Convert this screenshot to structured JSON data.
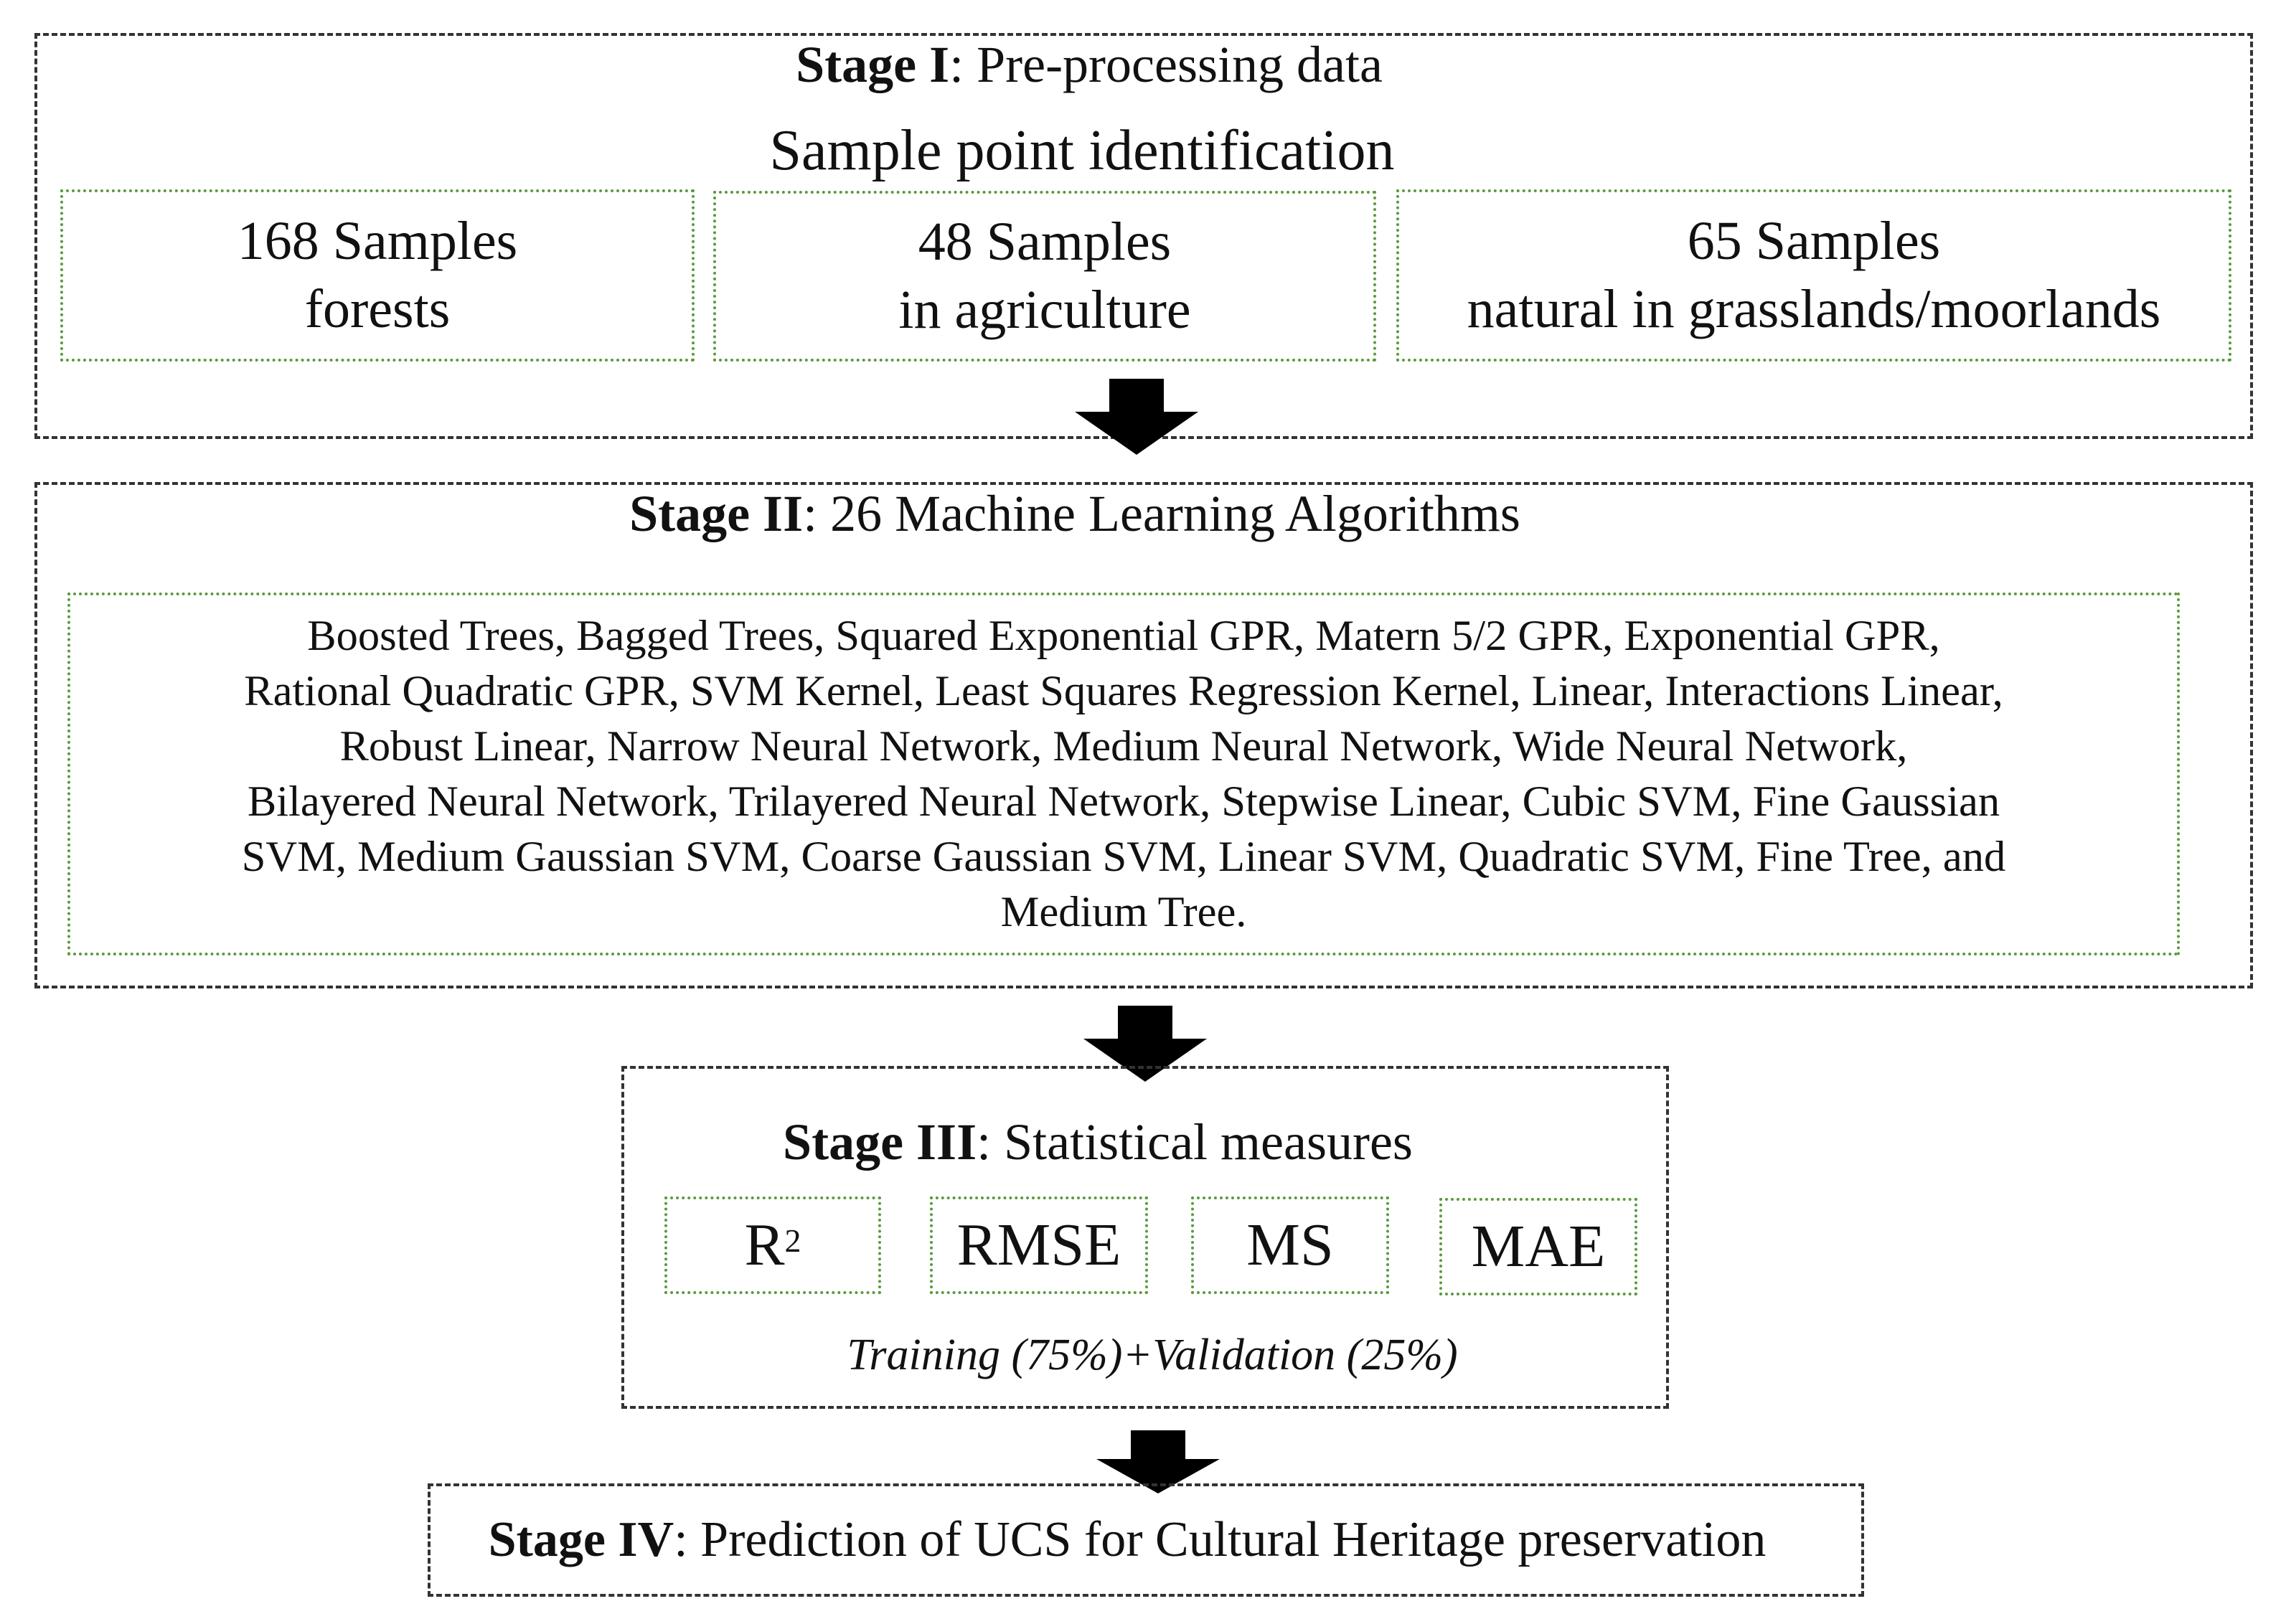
{
  "stage1": {
    "title_bold": "Stage I",
    "title_rest": ": Pre-processing data",
    "subtitle": "Sample point identification",
    "samples": [
      {
        "line1": "168 Samples",
        "line2": "forests"
      },
      {
        "line1": "48 Samples",
        "line2": "in agriculture"
      },
      {
        "line1": "65 Samples",
        "line2": "natural in grasslands/moorlands"
      }
    ]
  },
  "stage2": {
    "title_bold": "Stage II",
    "title_rest": ": 26 Machine Learning Algorithms",
    "algorithm_lines": [
      "Boosted Trees, Bagged Trees, Squared Exponential GPR, Matern 5/2 GPR, Exponential GPR,",
      "Rational Quadratic GPR, SVM Kernel, Least Squares Regression Kernel, Linear, Interactions Linear,",
      "Robust Linear, Narrow Neural Network, Medium Neural Network, Wide Neural Network,",
      "Bilayered Neural Network, Trilayered Neural Network, Stepwise Linear, Cubic SVM, Fine Gaussian",
      "SVM, Medium Gaussian SVM, Coarse Gaussian SVM, Linear SVM, Quadratic SVM, Fine Tree, and",
      "Medium Tree."
    ]
  },
  "stage3": {
    "title_bold": "Stage III",
    "title_rest": ": Statistical measures",
    "measures": {
      "r2_base": "R",
      "r2_sup": "2",
      "rmse": "RMSE",
      "ms": "MS",
      "mae": "MAE"
    },
    "split_note": "Training (75%)+Validation (25%)"
  },
  "stage4": {
    "title_bold": "Stage IV",
    "title_rest": ": Prediction of UCS for Cultural Heritage preservation"
  },
  "colors": {
    "stage_border": "#333333",
    "inner_border": "#5a9a3c",
    "arrow": "#000000"
  }
}
